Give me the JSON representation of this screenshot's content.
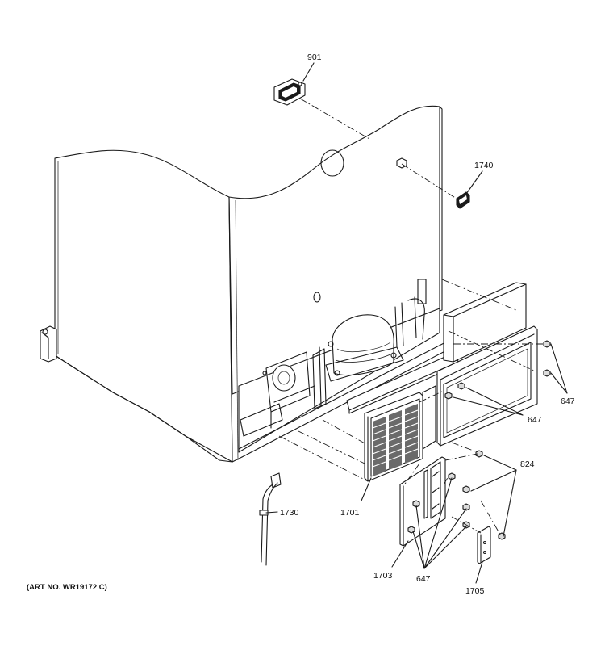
{
  "callouts": {
    "p901": "901",
    "p1740": "1740",
    "p647_right": "647",
    "p647_middle": "647",
    "p824": "824",
    "p1730": "1730",
    "p1701": "1701",
    "p1703": "1703",
    "p647_bottom": "647",
    "p1705": "1705"
  },
  "art_number": "(ART NO. WR19172 C)"
}
